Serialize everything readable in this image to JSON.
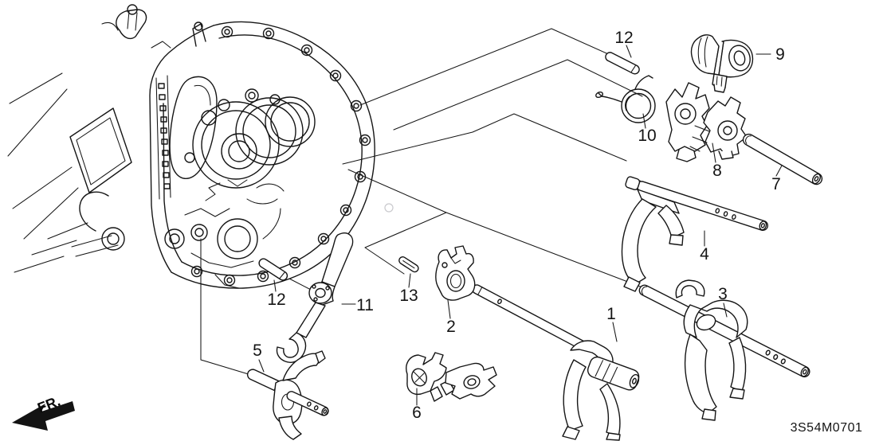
{
  "figure": {
    "code": "3S54M0701",
    "fr_label": "FR.",
    "colors": {
      "background": "#ffffff",
      "line": "#151515"
    },
    "callouts": {
      "c1": "1",
      "c2": "2",
      "c3": "3",
      "c4": "4",
      "c5": "5",
      "c6": "6",
      "c7": "7",
      "c8": "8",
      "c9": "9",
      "c10": "10",
      "c11": "11",
      "c12_top": "12",
      "c12_left": "12",
      "c13": "13"
    }
  }
}
